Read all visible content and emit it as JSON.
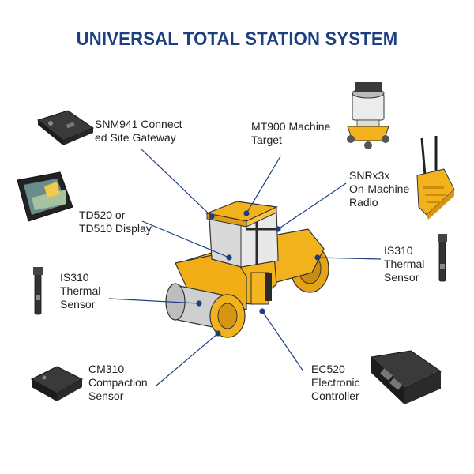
{
  "title": "UNIVERSAL TOTAL STATION SYSTEM",
  "colors": {
    "title": "#1b3f80",
    "leader": "#1b3f80",
    "machine": "#f2b21b",
    "dark": "#2b2b2b"
  },
  "components": [
    {
      "id": "snm941",
      "lines": [
        "SNM941 Connect",
        "ed Site Gateway"
      ]
    },
    {
      "id": "mt900",
      "lines": [
        "MT900 Machine",
        "Target"
      ]
    },
    {
      "id": "snrx3x",
      "lines": [
        "SNRx3x",
        "On-Machine",
        "Radio"
      ]
    },
    {
      "id": "td520",
      "lines": [
        "TD520 or",
        "TD510 Display"
      ]
    },
    {
      "id": "is310-right",
      "lines": [
        "IS310",
        "Thermal",
        "Sensor"
      ]
    },
    {
      "id": "is310-left",
      "lines": [
        "IS310",
        "Thermal",
        "Sensor"
      ]
    },
    {
      "id": "cm310",
      "lines": [
        "CM310",
        "Compaction",
        "Sensor"
      ]
    },
    {
      "id": "ec520",
      "lines": [
        "EC520",
        "Electronic",
        "Controller"
      ]
    }
  ]
}
